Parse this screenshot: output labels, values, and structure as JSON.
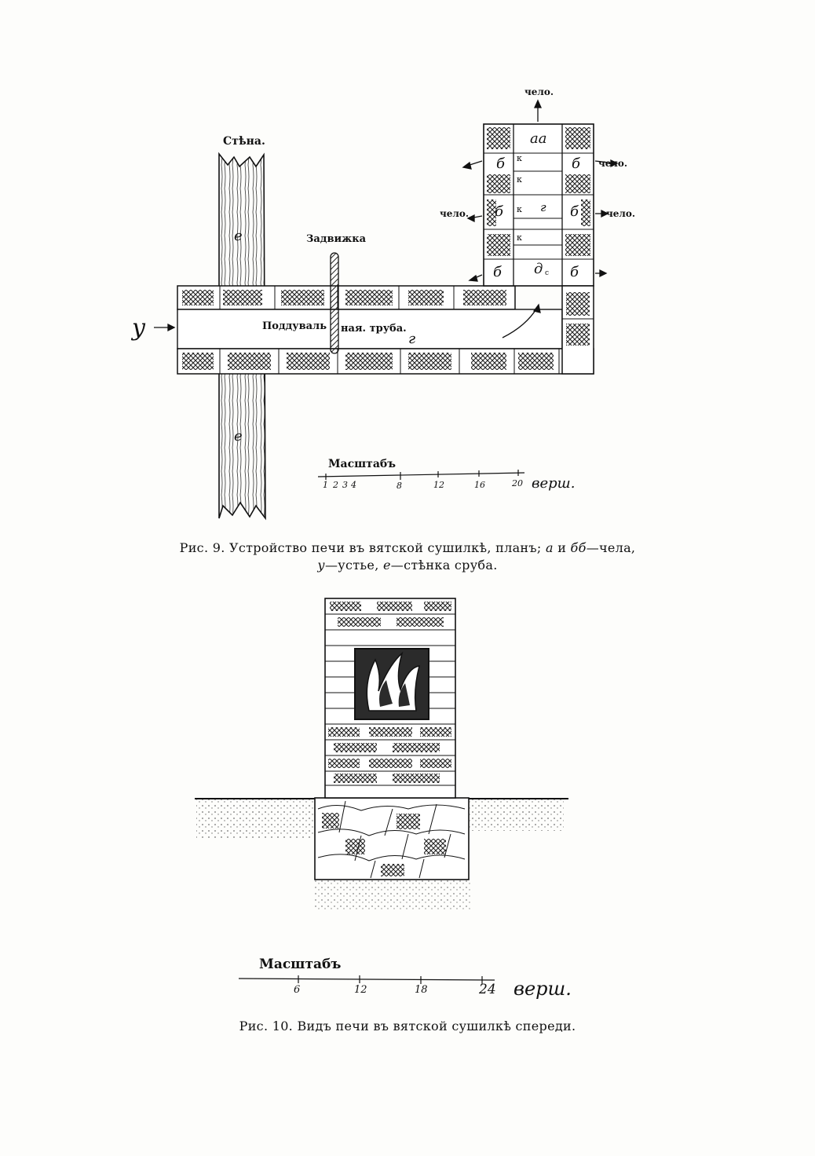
{
  "fig9": {
    "wall_label": "Стѣна.",
    "damper_label": "Задвижка",
    "tube_label_1": "Поддуваль",
    "tube_label_2": "ная. труба.",
    "mark_u": "у",
    "mark_e_upper": "е",
    "mark_e_lower": "е",
    "mark_g": "г",
    "top_arrow_label": "чело.",
    "right_upper_label": "чело.",
    "right_lower_label": "чело.",
    "left_label": "чело.",
    "cell_a": "аа",
    "cell_b": "б",
    "cell_k": "к",
    "cell_g": "г",
    "cell_d": "д",
    "cell_small": "с",
    "scale_title": "Масштабъ",
    "scale_ticks": [
      "1",
      "2",
      "3",
      "4",
      "8",
      "12",
      "16",
      "20"
    ],
    "scale_unit": "верш.",
    "caption_line1_a": "Рис. 9. Устройство печи въ вятской сушилкѣ, планъ;",
    "caption_line1_a_it": "а",
    "caption_line1_and": "и",
    "caption_line1_bb": "бб",
    "caption_line1_tail": "—чела,",
    "caption_line2_u": "у",
    "caption_line2_mid": "—устье,",
    "caption_line2_e": "е",
    "caption_line2_tail": "—стѣнка сруба."
  },
  "fig10": {
    "scale_title": "Масштабъ",
    "scale_ticks": [
      "6",
      "12",
      "18",
      "24"
    ],
    "scale_unit": "верш.",
    "caption": "Рис. 10. Видъ печи въ вятской сушилкѣ спереди."
  }
}
